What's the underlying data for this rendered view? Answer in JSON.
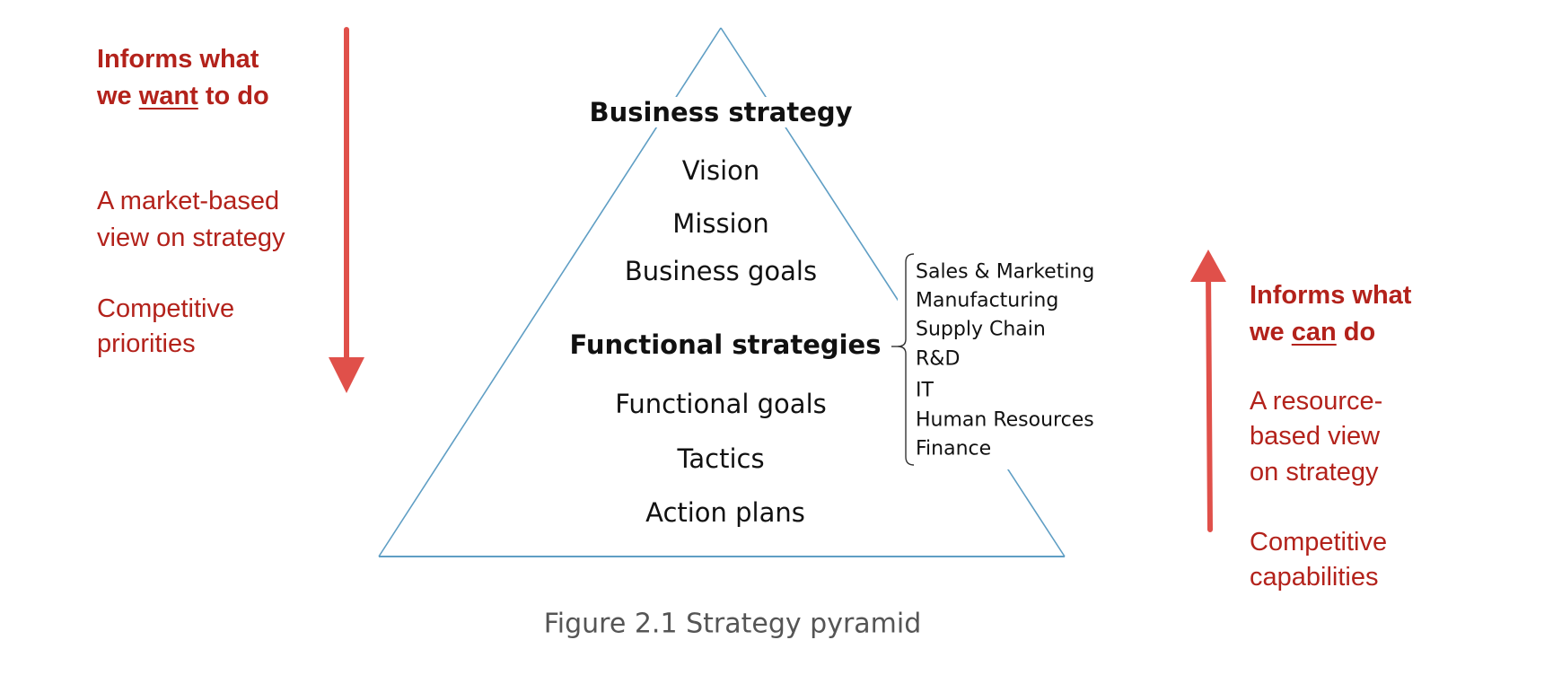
{
  "left": {
    "heading_line1": "Informs what",
    "heading_pre": "we ",
    "heading_underlined": "want",
    "heading_post": " to do",
    "view_line1": "A market-based",
    "view_line2": "view on strategy",
    "comp_line1": "Competitive",
    "comp_line2": "priorities"
  },
  "right": {
    "heading_line1": "Informs what",
    "heading_pre": "we ",
    "heading_underlined": "can",
    "heading_post": " do",
    "view_line1": "A resource-",
    "view_line2": "based view",
    "view_line3": "on strategy",
    "comp_line1": "Competitive",
    "comp_line2": "capabilities"
  },
  "pyramid": {
    "levels": [
      "Business strategy",
      "Vision",
      "Mission",
      "Business goals",
      "Functional strategies",
      "Functional goals",
      "Tactics",
      "Action plans"
    ],
    "functions": [
      "Sales & Marketing",
      "Manufacturing",
      "Supply Chain",
      "R&D",
      "IT",
      "Human Resources",
      "Finance"
    ]
  },
  "caption": "Figure 2.1  Strategy pyramid",
  "colors": {
    "text_red": "#b3221b",
    "arrow_red": "#e0504a",
    "triangle": "#5f9ec4"
  }
}
